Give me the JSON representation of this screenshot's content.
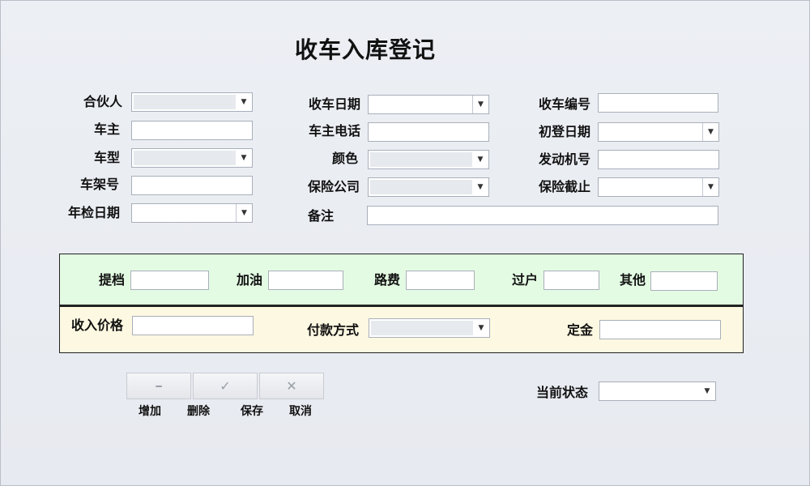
{
  "form": {
    "title": "收车入库登记",
    "labels": {
      "partner": "合伙人",
      "owner": "车主",
      "model": "车型",
      "frame_no": "车架号",
      "inspection_date": "年检日期",
      "receive_date": "收车日期",
      "owner_phone": "车主电话",
      "color": "颜色",
      "insurer": "保险公司",
      "remark": "备注",
      "receive_no": "收车编号",
      "first_reg_date": "初登日期",
      "engine_no": "发动机号",
      "insurance_end": "保险截止"
    },
    "fees": {
      "tidang": "提档",
      "fuel": "加油",
      "toll": "路费",
      "transfer": "过户",
      "other": "其他"
    },
    "payment": {
      "purchase_price": "收入价格",
      "pay_method": "付款方式",
      "deposit": "定金"
    },
    "status_label": "当前状态"
  },
  "toolbar": {
    "buttons": [
      {
        "icon": "minus-icon",
        "glyph": "━",
        "label": "增加"
      },
      {
        "icon": "check-icon",
        "glyph": "✓",
        "label": "删除"
      },
      {
        "icon": "close-icon",
        "glyph": "✕",
        "label": "保存"
      }
    ],
    "extra_label": "取消"
  }
}
